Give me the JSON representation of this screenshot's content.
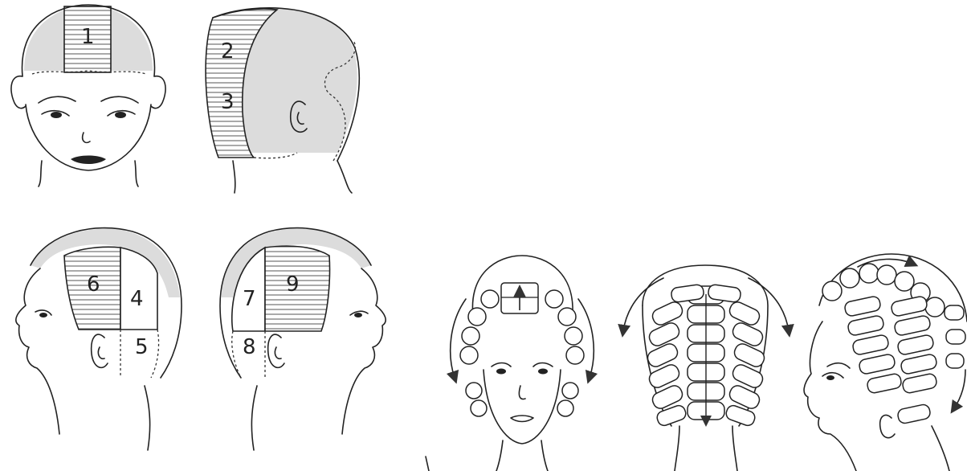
{
  "zone_labels": {
    "z1": "1",
    "z2": "2",
    "z3": "3",
    "z4": "4",
    "z5": "5",
    "z6": "6",
    "z7": "7",
    "z8": "8",
    "z9": "9"
  },
  "colors": {
    "line": "#222222",
    "shaded_zone": "#dcdcdc",
    "background": "#ffffff"
  }
}
